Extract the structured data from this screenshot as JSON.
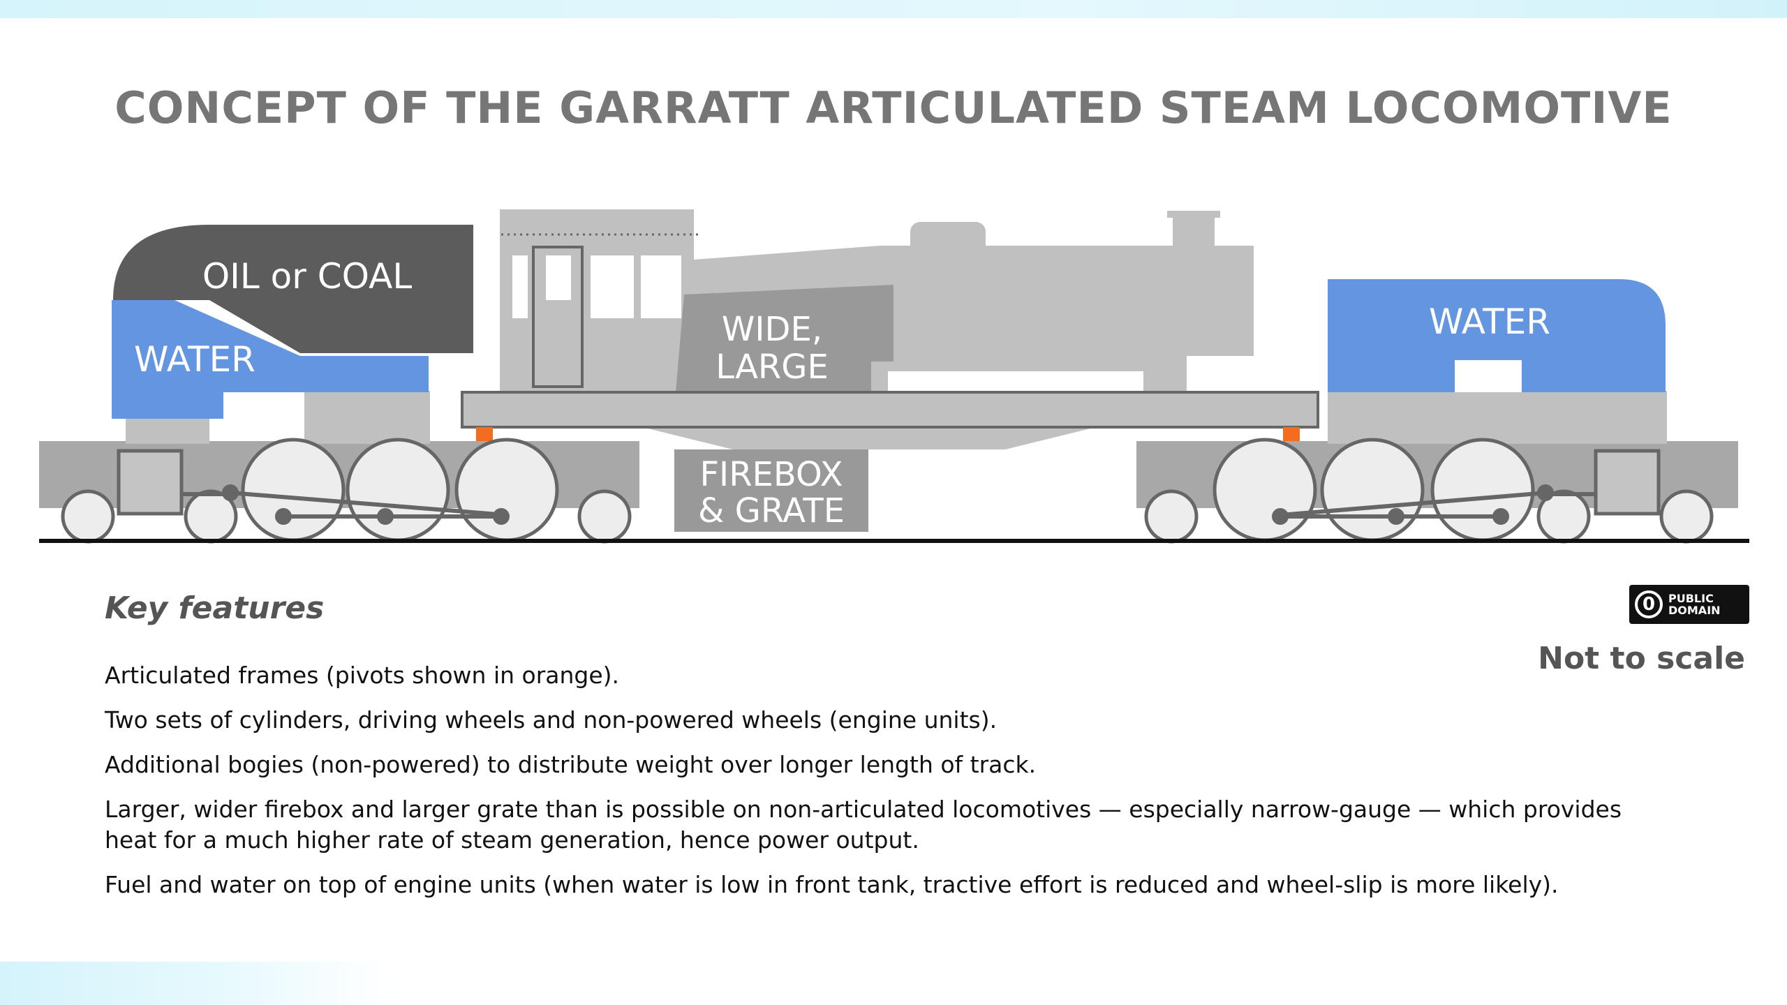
{
  "title": "CONCEPT OF THE GARRATT ARTICULATED STEAM LOCOMOTIVE",
  "diagram": {
    "labels": {
      "oil_or_coal": "OIL or COAL",
      "water_rear": "WATER",
      "wide_line1": "WIDE,",
      "wide_line2": "LARGE",
      "firebox_line1": "FIREBOX",
      "firebox_line2": "& GRATE",
      "water_front": "WATER"
    },
    "colors": {
      "water": "#6495e0",
      "fuel": "#5c5c5c",
      "body": "#c0c0c0",
      "frame": "#a8a8a8",
      "pivot": "#f26d1f",
      "wheel_fill": "#ededed",
      "wheel_stroke": "#666666",
      "rail": "#111111"
    }
  },
  "key_features": {
    "heading": "Key features",
    "items": [
      "Articulated frames (pivots shown in orange).",
      "Two sets of cylinders, driving wheels and non-powered wheels (engine units).",
      "Additional bogies (non-powered) to distribute weight over longer length of track.",
      "Larger, wider firebox and larger grate than is possible on non-articulated locomotives — especially narrow-gauge — which provides heat for a much higher rate of steam generation, hence power output.",
      "Fuel and water on top of engine units (when water is low in front tank, tractive effort is reduced and wheel-slip is more likely)."
    ]
  },
  "badge": {
    "symbol": "0",
    "line1": "PUBLIC",
    "line2": "DOMAIN"
  },
  "note": "Not to scale"
}
